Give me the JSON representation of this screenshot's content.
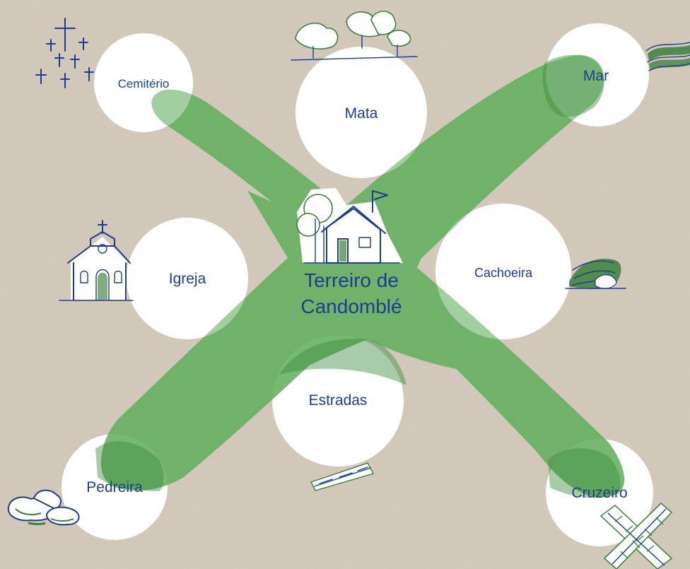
{
  "center": {
    "line1": "Terreiro de",
    "line2": "Candomblé"
  },
  "nodes": {
    "cemiterio": "Cemitério",
    "mata": "Mata",
    "mar": "Mar",
    "igreja": "Igreja",
    "cachoeira": "Cachoeira",
    "estradas": "Estradas",
    "pedreira": "Pedreira",
    "cruzeiro": "Cruzeiro"
  },
  "colors": {
    "background": "#d6cdbf",
    "x_shape": "#6fb86a",
    "x_shape_dark": "#4f9c4e",
    "text": "#1f3d8f",
    "circle": "#ffffff"
  }
}
